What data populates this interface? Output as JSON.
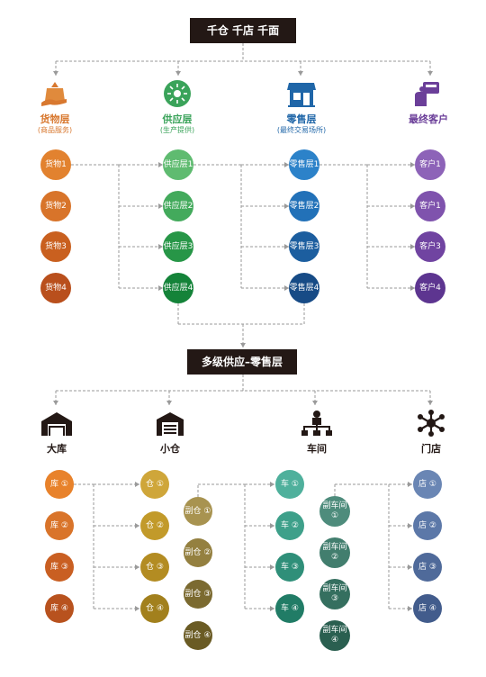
{
  "top_title": "千仓 千店 千面",
  "mid_title": "多级供应–零售层",
  "top_layers": [
    {
      "label": "货物层",
      "sub": "(商品服务)",
      "color": "#d8782f",
      "icon": "shopping-bag-icon"
    },
    {
      "label": "供应层",
      "sub": "(生产提供)",
      "color": "#3aa35a",
      "icon": "sun-icon"
    },
    {
      "label": "零售层",
      "sub": "(最终交易场所)",
      "color": "#1f66a8",
      "icon": "store-icon"
    },
    {
      "label": "最终客户",
      "sub": "",
      "color": "#6b3f99",
      "icon": "customer-card-icon"
    }
  ],
  "top_columns": [
    {
      "name": "goods",
      "nodes": [
        {
          "label": "货物1",
          "color": "#e2822f"
        },
        {
          "label": "货物2",
          "color": "#d8742a"
        },
        {
          "label": "货物3",
          "color": "#c9601f"
        },
        {
          "label": "货物4",
          "color": "#b94f1c"
        }
      ]
    },
    {
      "name": "supply",
      "nodes": [
        {
          "label": "供应层1",
          "color": "#5fbb70"
        },
        {
          "label": "供应层2",
          "color": "#43aa5c"
        },
        {
          "label": "供应层3",
          "color": "#279647"
        },
        {
          "label": "供应层4",
          "color": "#148339"
        }
      ]
    },
    {
      "name": "retail",
      "nodes": [
        {
          "label": "零售层1",
          "color": "#2c82c9"
        },
        {
          "label": "零售层2",
          "color": "#2271b8"
        },
        {
          "label": "零售层3",
          "color": "#1c5e9f"
        },
        {
          "label": "零售层4",
          "color": "#174b86"
        }
      ]
    },
    {
      "name": "customer",
      "nodes": [
        {
          "label": "客户1",
          "color": "#8d63b8"
        },
        {
          "label": "客户1",
          "color": "#7f53ad"
        },
        {
          "label": "客户3",
          "color": "#7044a1"
        },
        {
          "label": "客户4",
          "color": "#5d3590"
        }
      ]
    }
  ],
  "bottom_layers": [
    {
      "label": "大库",
      "icon": "warehouse-icon"
    },
    {
      "label": "小仓",
      "icon": "storage-unit-icon"
    },
    {
      "label": "车间",
      "icon": "org-chart-icon"
    },
    {
      "label": "门店",
      "icon": "network-icon"
    }
  ],
  "bottom_columns": [
    {
      "name": "big-store",
      "nodes": [
        {
          "label": "库 ①",
          "color": "#e8822b"
        },
        {
          "label": "库 ②",
          "color": "#d9742a"
        },
        {
          "label": "库 ③",
          "color": "#c95f22"
        },
        {
          "label": "库 ④",
          "color": "#b8521e"
        }
      ]
    },
    {
      "name": "small-store",
      "nodes": [
        {
          "label": "仓 ①",
          "color": "#cfa63a"
        },
        {
          "label": "仓 ②",
          "color": "#c29a2a"
        },
        {
          "label": "仓 ③",
          "color": "#b38c22"
        },
        {
          "label": "仓 ④",
          "color": "#a2801d"
        }
      ]
    },
    {
      "name": "sub-store",
      "nodes": [
        {
          "label": "副仓 ①",
          "color": "#a89350"
        },
        {
          "label": "副仓 ②",
          "color": "#948040"
        },
        {
          "label": "副仓 ③",
          "color": "#7b6a30"
        },
        {
          "label": "副仓 ④",
          "color": "#6a5b24"
        }
      ]
    },
    {
      "name": "workshop",
      "nodes": [
        {
          "label": "车 ①",
          "color": "#4fb09c"
        },
        {
          "label": "车 ②",
          "color": "#3ea08a"
        },
        {
          "label": "车 ③",
          "color": "#2f8f79"
        },
        {
          "label": "车 ④",
          "color": "#217c66"
        }
      ]
    },
    {
      "name": "sub-workshop",
      "nodes": [
        {
          "label": "副车间\n①",
          "color": "#4e8c7c"
        },
        {
          "label": "副车间\n②",
          "color": "#427e6e"
        },
        {
          "label": "副车间\n③",
          "color": "#356f5f"
        },
        {
          "label": "副车间\n④",
          "color": "#2a5f50"
        }
      ]
    },
    {
      "name": "store",
      "nodes": [
        {
          "label": "店 ①",
          "color": "#6a86b4"
        },
        {
          "label": "店 ②",
          "color": "#5c78a8"
        },
        {
          "label": "店 ③",
          "color": "#4f6a9a"
        },
        {
          "label": "店 ④",
          "color": "#425c8c"
        }
      ]
    }
  ],
  "colors": {
    "header_bg": "#231815",
    "line": "#9a9a9a",
    "text_dark": "#231815"
  }
}
